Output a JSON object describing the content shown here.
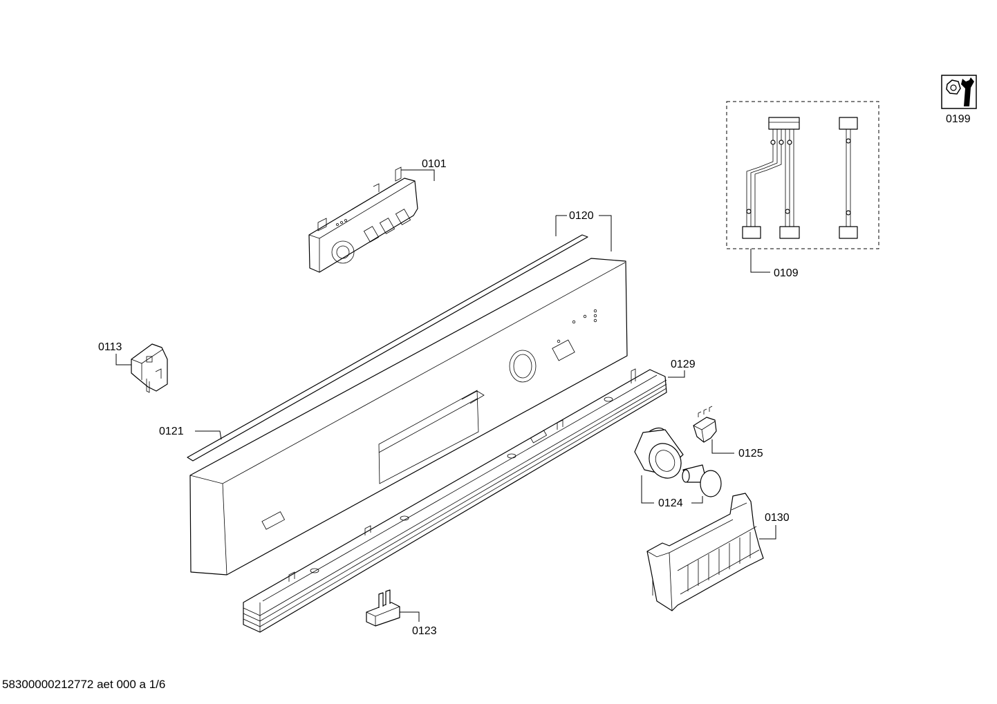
{
  "drawing": {
    "footer": "58300000212772 aet 000 a 1/6",
    "parts": [
      {
        "id": "part-0101",
        "label": "0101"
      },
      {
        "id": "part-0120",
        "label": "0120"
      },
      {
        "id": "part-0109",
        "label": "0109"
      },
      {
        "id": "part-0199",
        "label": "0199"
      },
      {
        "id": "part-0113",
        "label": "0113"
      },
      {
        "id": "part-0121",
        "label": "0121"
      },
      {
        "id": "part-0129",
        "label": "0129"
      },
      {
        "id": "part-0125",
        "label": "0125"
      },
      {
        "id": "part-0124",
        "label": "0124"
      },
      {
        "id": "part-0130",
        "label": "0130"
      },
      {
        "id": "part-0123",
        "label": "0123"
      }
    ]
  }
}
